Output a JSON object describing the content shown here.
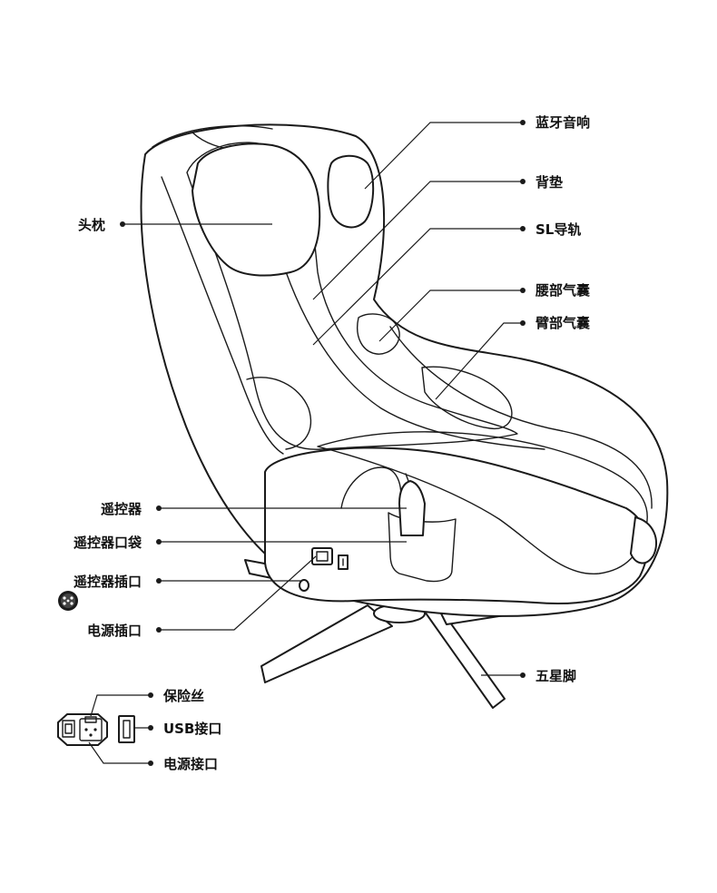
{
  "colors": {
    "line": "#1a1a1a",
    "background": "#ffffff",
    "text": "#111111"
  },
  "labels": {
    "bluetooth_speaker": "蓝牙音响",
    "back_pad": "背垫",
    "sl_rail": "SL导轨",
    "waist_airbag": "腰部气囊",
    "arm_airbag": "臂部气囊",
    "headrest": "头枕",
    "remote": "遥控器",
    "remote_pocket": "遥控器口袋",
    "remote_socket": "遥控器插口",
    "power_socket": "电源插口",
    "five_star_base": "五星脚",
    "fuse": "保险丝",
    "usb_port": "USB接口",
    "power_port": "电源接口"
  },
  "icons": {
    "remote_socket_connector": "round-din-connector-icon",
    "power_panel": "power-switch-fuse-socket-icon",
    "usb_port": "usb-port-icon"
  }
}
